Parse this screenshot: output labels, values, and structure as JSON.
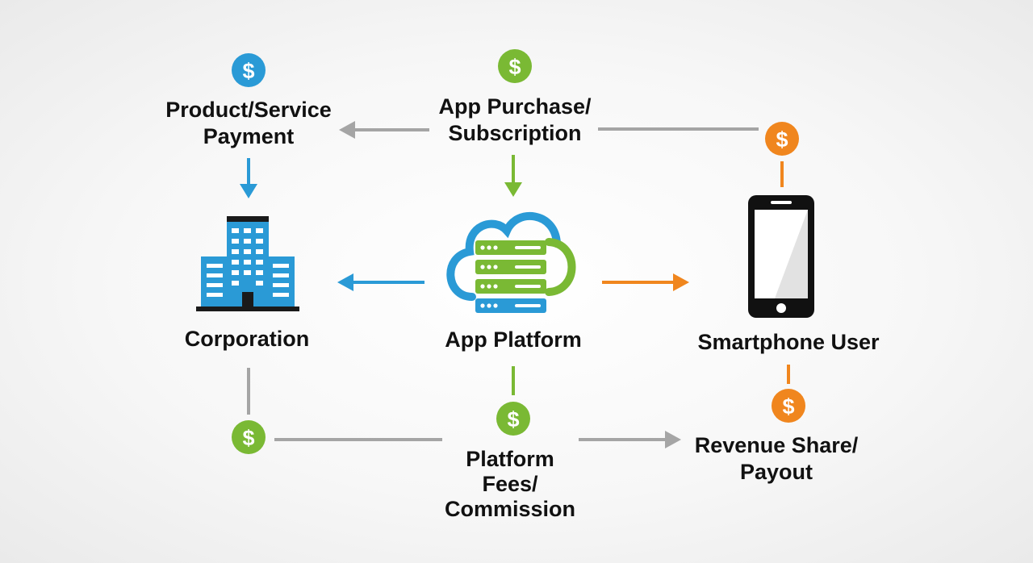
{
  "nodes": {
    "corporation": {
      "label": "Corporation",
      "icon": "office-building-icon"
    },
    "app_platform": {
      "label": "App Platform",
      "icon": "cloud-server-icon"
    },
    "smartphone_user": {
      "label": "Smartphone User",
      "icon": "smartphone-icon"
    }
  },
  "flows": {
    "product_payment": {
      "lines": [
        "Product/Service",
        "Payment"
      ],
      "icon": "dollar-coin-icon"
    },
    "app_purchase": {
      "lines": [
        "App Purchase/",
        "Subscription"
      ],
      "icon": "dollar-coin-icon"
    },
    "platform_fees": {
      "lines": [
        "Platform",
        "Fees/",
        "Commission"
      ],
      "icon": "dollar-coin-icon"
    },
    "revenue_share": {
      "lines": [
        "Revenue Share/",
        "Payout"
      ],
      "icon": "dollar-coin-icon"
    }
  },
  "coin_symbol": "$",
  "colors": {
    "blue": "#2a9ad6",
    "green": "#7ab934",
    "orange": "#f0861e",
    "gray": "#a5a5a5",
    "dark": "#111111"
  }
}
